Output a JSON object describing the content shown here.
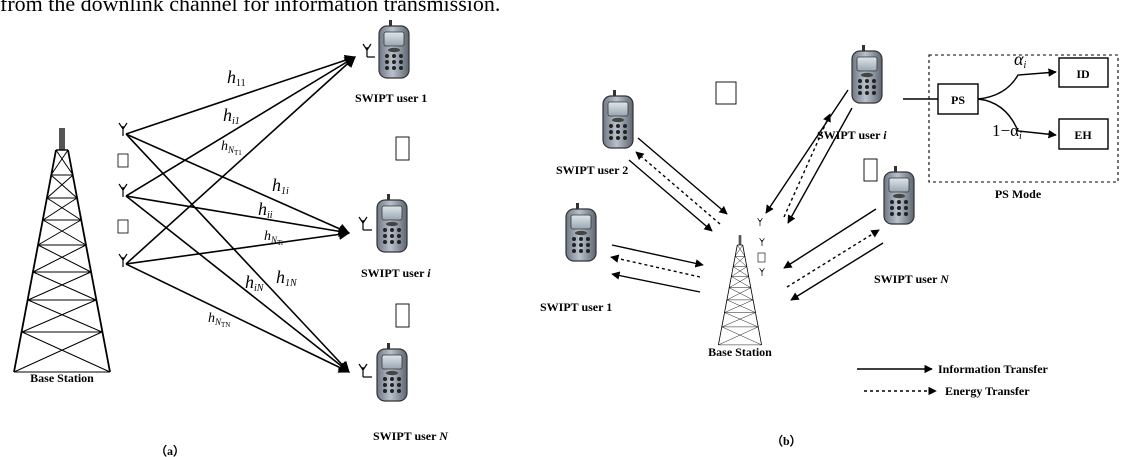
{
  "caption_top": "from the downlink channel for information transmission.",
  "panel_a": {
    "label": "（a）",
    "base_station_label": "Base Station",
    "users": [
      {
        "prefix": "SWIPT user ",
        "idx": "1"
      },
      {
        "prefix": "SWIPT user ",
        "idx": "i"
      },
      {
        "prefix": "SWIPT user ",
        "idx": "N"
      }
    ],
    "channels": [
      {
        "main": "h",
        "sub": "11",
        "extra": ""
      },
      {
        "main": "h",
        "sub": "i1",
        "extra": ""
      },
      {
        "main": "h",
        "sub": "N",
        "extra": "T1"
      },
      {
        "main": "h",
        "sub": "1i",
        "extra": ""
      },
      {
        "main": "h",
        "sub": "ii",
        "extra": ""
      },
      {
        "main": "h",
        "sub": "N",
        "extra": "Ti"
      },
      {
        "main": "h",
        "sub": "iN",
        "extra": ""
      },
      {
        "main": "h",
        "sub": "1N",
        "extra": ""
      },
      {
        "main": "h",
        "sub": "N",
        "extra": "TN"
      }
    ]
  },
  "panel_b": {
    "label": "（b）",
    "base_station_label": "Base Station",
    "users": [
      {
        "prefix": "SWIPT user ",
        "idx": "2"
      },
      {
        "prefix": "SWIPT user ",
        "idx": "1"
      },
      {
        "prefix": "SWIPT user ",
        "idx": "i"
      },
      {
        "prefix": "SWIPT user ",
        "idx": "N"
      }
    ],
    "ps_mode": {
      "title": "PS Mode",
      "ps": "PS",
      "id": "ID",
      "eh": "EH",
      "alpha": "α",
      "alpha_sub": "i",
      "one_minus_alpha": "1−α",
      "one_minus_alpha_sub": "i"
    },
    "legend": {
      "information": "Information Transfer",
      "energy": "Energy Transfer"
    }
  }
}
